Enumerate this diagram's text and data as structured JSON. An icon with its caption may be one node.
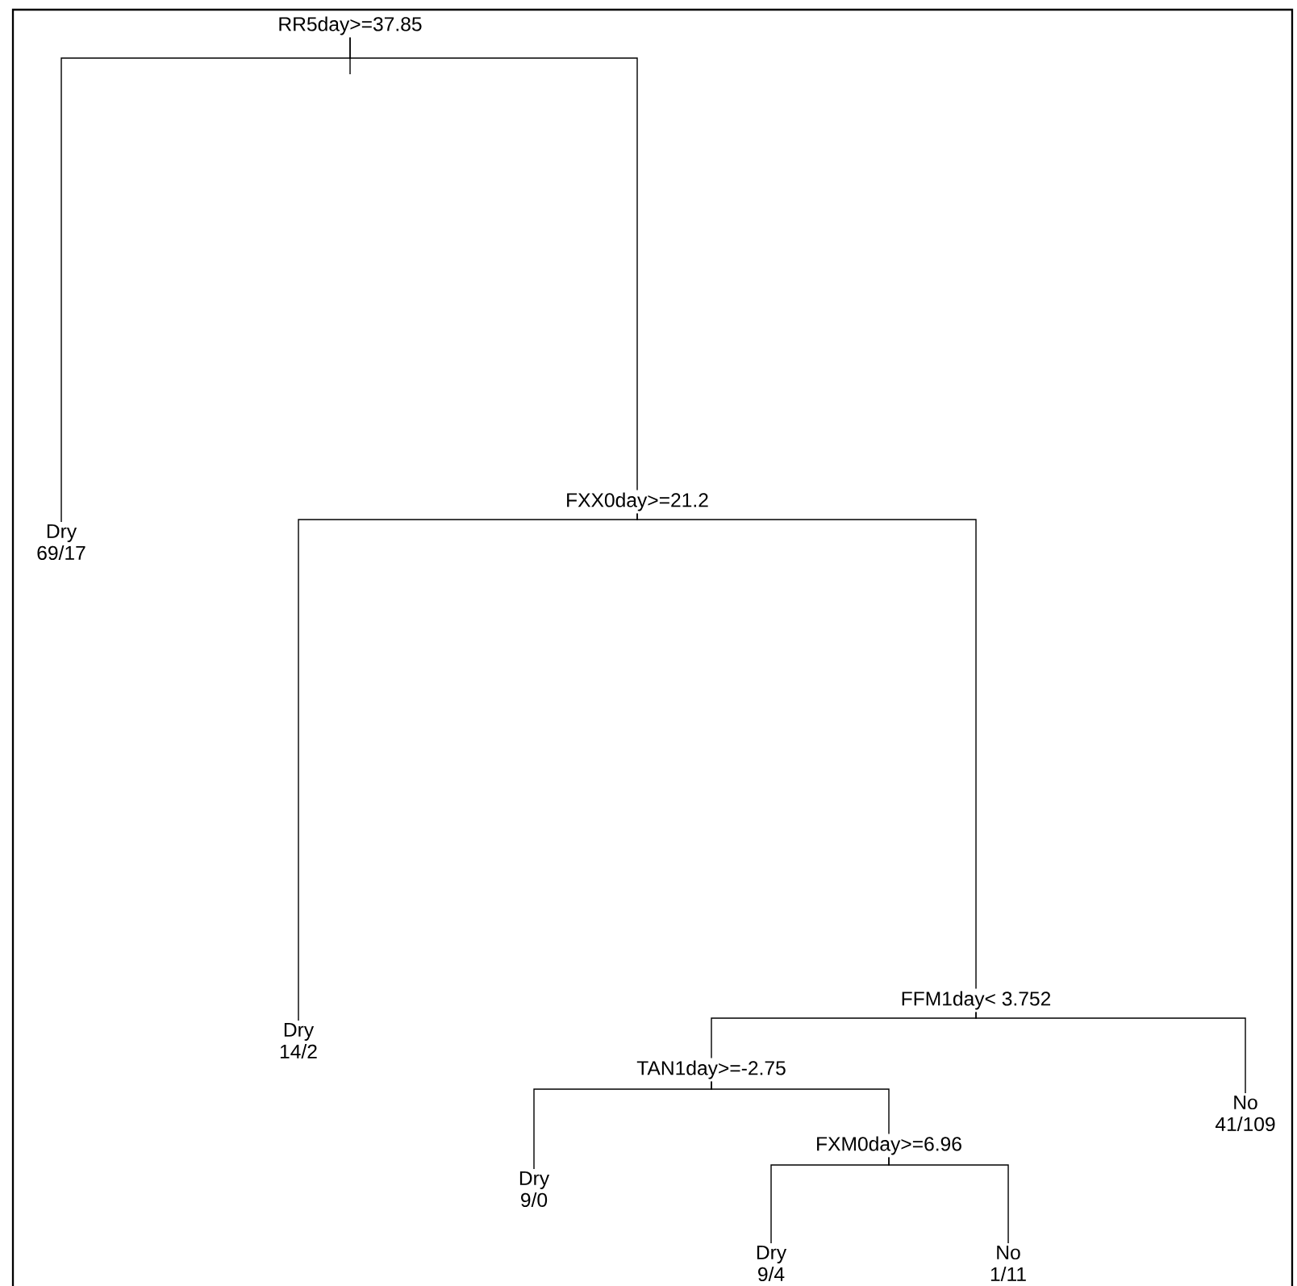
{
  "diagram": {
    "nodes": [
      {
        "text": [
          "RR5day>=37.85"
        ]
      },
      {
        "text": [
          "Dry",
          "69/17"
        ]
      },
      {
        "text": [
          "FXX0day>=21.2"
        ]
      },
      {
        "text": [
          "Dry",
          "14/2"
        ]
      },
      {
        "text": [
          "FFM1day< 3.752"
        ]
      },
      {
        "text": [
          "TAN1day>=-2.75"
        ]
      },
      {
        "text": [
          "No",
          "41/109"
        ]
      },
      {
        "text": [
          "Dry",
          "9/0"
        ]
      },
      {
        "text": [
          "FXM0day>=6.96"
        ]
      },
      {
        "text": [
          "Dry",
          "9/4"
        ]
      },
      {
        "text": [
          "No",
          "1/11"
        ]
      }
    ],
    "edges": [
      {
        "from": 0,
        "to": 1,
        "arrow": "none"
      },
      {
        "from": 0,
        "to": 2,
        "arrow": "none"
      },
      {
        "from": 2,
        "to": 3,
        "arrow": "none"
      },
      {
        "from": 2,
        "to": 4,
        "arrow": "none"
      },
      {
        "from": 4,
        "to": 5,
        "arrow": "none"
      },
      {
        "from": 4,
        "to": 6,
        "arrow": "none"
      },
      {
        "from": 5,
        "to": 7,
        "arrow": "none"
      },
      {
        "from": 5,
        "to": 8,
        "arrow": "none"
      },
      {
        "from": 8,
        "to": 9,
        "arrow": "none"
      },
      {
        "from": 8,
        "to": 10,
        "arrow": "none"
      }
    ]
  }
}
